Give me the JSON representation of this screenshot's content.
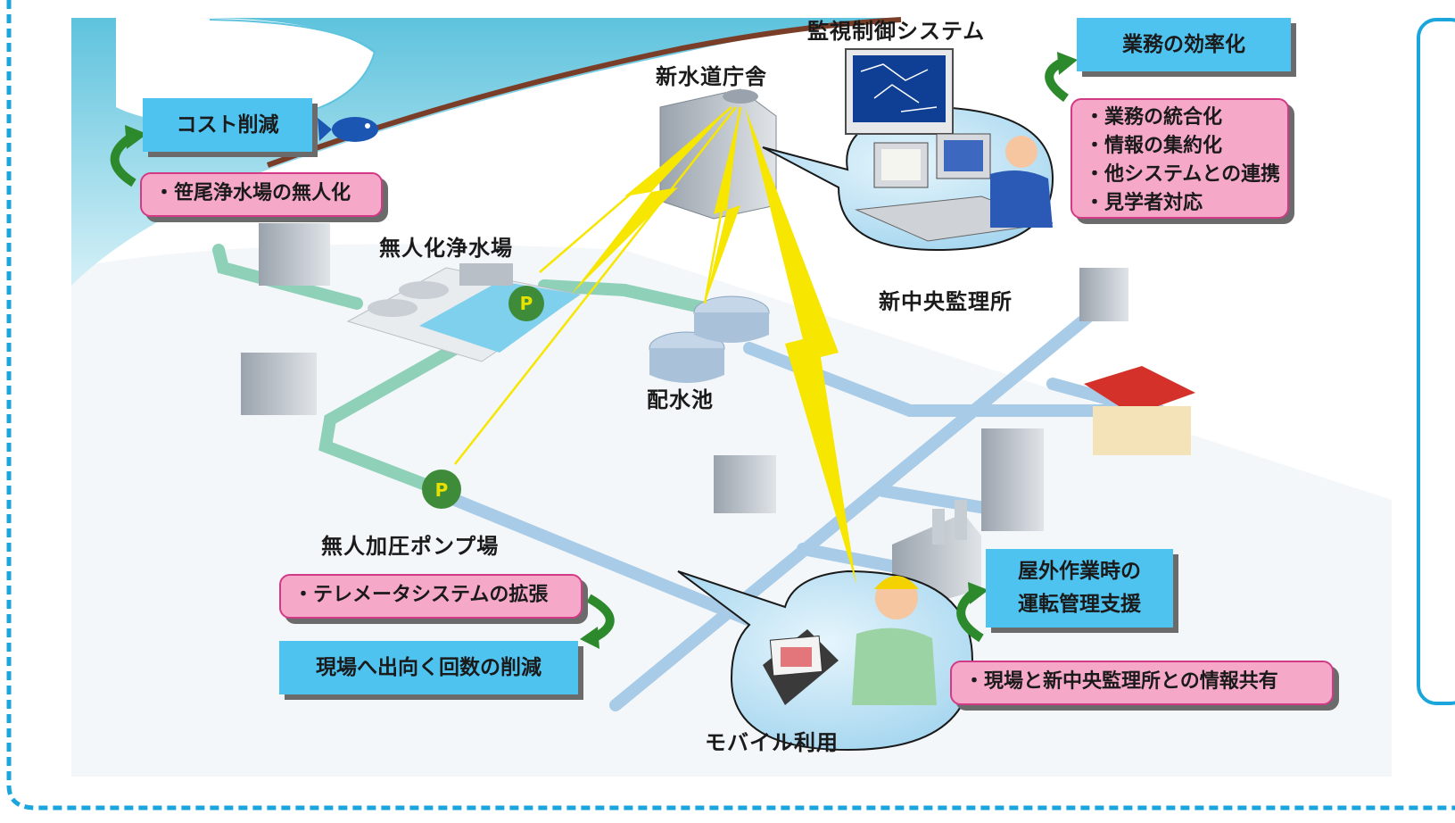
{
  "labels": {
    "monitoring_system": "監視制御システム",
    "new_water_office": "新水道庁舎",
    "unmanned_plant": "無人化浄水場",
    "reservoir": "配水池",
    "new_central_office": "新中央監理所",
    "pump_station": "無人加圧ポンプ場",
    "mobile_use": "モバイル利用"
  },
  "boxes": {
    "cost_reduction": "コスト削減",
    "sasao_unmanned": "・笹尾浄水場の無人化",
    "efficiency": "業務の効率化",
    "efficiency_items": [
      "・業務の統合化",
      "・情報の集約化",
      "・他システムとの連携",
      "・見学者対応"
    ],
    "telemeter": "・テレメータシステムの拡張",
    "visits_reduction": "現場へ出向く回数の削減",
    "outdoor_support_line1": "屋外作業時の",
    "outdoor_support_line2": "運転管理支援",
    "info_sharing": "・現場と新中央監理所との情報共有"
  },
  "colors": {
    "river": "#8fd4e6",
    "pipe_green": "#8ed0b8",
    "pipe_blue": "#a8cbe8",
    "signal": "#f6e600",
    "blue_box": "#4fc3f0",
    "pink_box": "#f6a8c8",
    "frame": "#1aa6dc"
  }
}
